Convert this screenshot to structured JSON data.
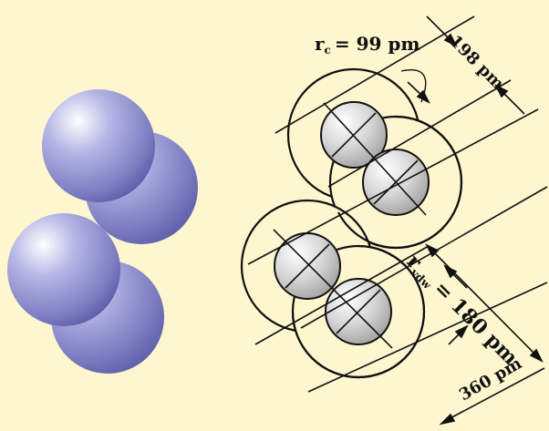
{
  "diagram": {
    "labels": {
      "covalent_radius": {
        "symbol": "r",
        "subscript": "c",
        "value": "= 99 pm"
      },
      "bond_distance": "198 pm",
      "vdw_radius": {
        "symbol": "r",
        "subscript": "vdw",
        "value": "= 180 pm"
      },
      "vdw_distance": "360 pm"
    },
    "colors": {
      "background": "#fdf6cf",
      "molecule": "#8080c4",
      "atom_core": "#c8c8c8",
      "line": "#111111"
    }
  }
}
